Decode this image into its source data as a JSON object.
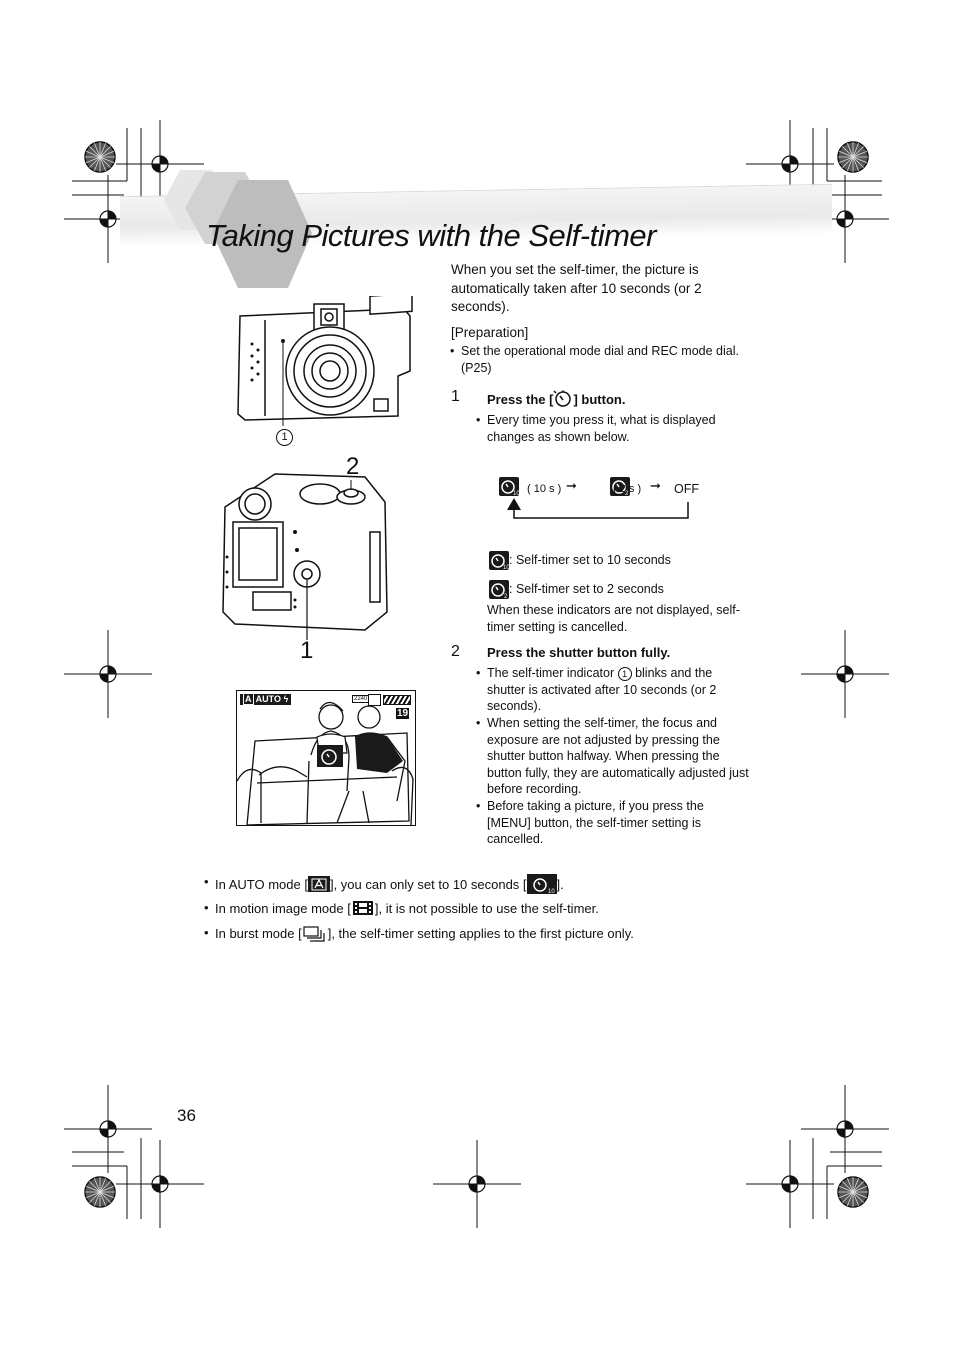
{
  "title": "Taking Pictures with the Self-timer",
  "intro": "When you set the self-timer, the picture is automatically taken after 10 seconds (or 2 seconds).",
  "preparation": {
    "label": "[Preparation]",
    "bullet": "Set the operational mode dial and REC mode dial. (P25)"
  },
  "step1": {
    "number": "1",
    "title_pre": "Press the [",
    "title_post": "] button.",
    "bullet": "Every time you press it, what is displayed changes as shown below."
  },
  "cycle": {
    "ten": "( 10 s )",
    "two": "( 2 s )",
    "off": "OFF"
  },
  "legend": {
    "ten": ": Self-timer set to 10 seconds",
    "two": ": Self-timer set to 2 seconds",
    "note": "When these indicators are not displayed, self-timer setting is cancelled."
  },
  "step2": {
    "number": "2",
    "title": "Press the shutter button fully.",
    "bullets": [
      {
        "pre": "The self-timer indicator ",
        "circ": "1",
        "post": " blinks and the shutter is activated after 10 seconds (or 2 seconds)."
      },
      {
        "text": "When setting the self-timer, the focus and exposure are not adjusted by pressing the shutter button halfway. When pressing the button fully, they are automatically adjusted just before recording."
      },
      {
        "text": "Before taking a picture, if you press the [MENU] button, the self-timer setting is cancelled."
      }
    ]
  },
  "notes": {
    "auto_a": "In AUTO mode [",
    "auto_b": "], you can only set to 10 seconds [",
    "auto_c": "].",
    "motion_a": "In motion image mode [",
    "motion_b": "], it is not possible to use the self-timer.",
    "burst_a": "In burst mode [",
    "burst_b": "], the self-timer setting applies to the first picture only."
  },
  "figure": {
    "callout_top": "1",
    "label2": "2",
    "label1": "1",
    "lcd_mode": "A",
    "lcd_auto": "AUTO",
    "lcd_size": "2240",
    "lcd_count": "19"
  },
  "page_number": "36"
}
